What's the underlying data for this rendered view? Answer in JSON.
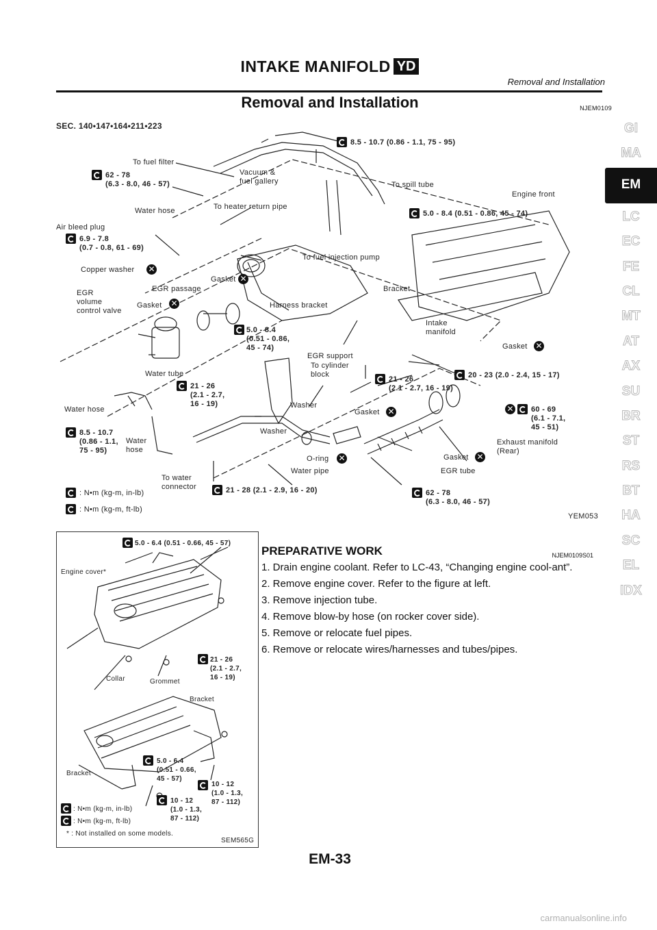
{
  "header": {
    "title": "INTAKE MANIFOLD",
    "badge": "YD",
    "subtitle": "Removal and Installation"
  },
  "section": {
    "title": "Removal and Installation",
    "ref": "NJEM0109"
  },
  "diagram1": {
    "sec": "SEC. 140•147•164•211•223",
    "id": "YEM053",
    "labels": {
      "to_fuel_filter": "To fuel filter",
      "torque_62_78": "62 - 78\n(6.3 - 8.0, 46 - 57)",
      "vacuum": "Vacuum &\nfuel gallery",
      "torque_85_107_top": "8.5 - 10.7 (0.86 - 1.1, 75 - 95)",
      "to_spill_tube": "To spill tube",
      "engine_front": "Engine front",
      "water_hose_top": "Water hose",
      "to_heater": "To heater return pipe",
      "air_bleed": "Air bleed plug",
      "torque_69_78": "6.9 - 7.8\n(0.7 - 0.8, 61 - 69)",
      "torque_50_84_a": "5.0 - 8.4 (0.51 - 0.86, 45 - 74)",
      "to_injection_pump": "To fuel injection pump",
      "copper_washer": "Copper washer",
      "gasket_a": "Gasket",
      "egr_passage": "EGR passage",
      "egr_valve": "EGR\nvolume\ncontrol valve",
      "gasket_b": "Gasket",
      "harness_bracket": "Harness bracket",
      "bracket": "Bracket",
      "intake_manifold": "Intake\nmanifold",
      "torque_50_84_b": "5.0 - 8.4\n(0.51 - 0.86,\n45 - 74)",
      "egr_support": "EGR support",
      "gasket_c": "Gasket",
      "to_cylinder": "To cylinder\nblock",
      "water_tube": "Water tube",
      "torque_21_26_a": "21 - 26\n(2.1 - 2.7,\n16 - 19)",
      "torque_21_26_b": "21 - 26\n(2.1 - 2.7, 16 - 19)",
      "torque_20_23": "20 - 23 (2.0 - 2.4, 15 - 17)",
      "water_hose_left": "Water hose",
      "washer_a": "Washer",
      "gasket_d": "Gasket",
      "torque_60_69": "60 - 69\n(6.1 - 7.1,\n45 - 51)",
      "torque_85_107_left": "8.5 - 10.7\n(0.86 - 1.1,\n75 - 95)",
      "water_hose_mid": "Water\nhose",
      "washer_b": "Washer",
      "exhaust": "Exhaust manifold\n(Rear)",
      "o_ring": "O-ring",
      "gasket_e": "Gasket",
      "water_pipe": "Water pipe",
      "egr_tube": "EGR tube",
      "to_water": "To water\nconnector",
      "torque_21_28": "21 - 28 (2.1 - 2.9, 16 - 20)",
      "torque_62_78_b": "62 - 78\n(6.3 - 8.0, 46 - 57)",
      "legend_inlb": ": N•m (kg-m, in-lb)",
      "legend_ftlb": ": N•m (kg-m, ft-lb)"
    }
  },
  "diagram2": {
    "id": "SEM565G",
    "labels": {
      "torque_top": "5.0 - 6.4 (0.51 - 0.66, 45 - 57)",
      "engine_cover": "Engine cover*",
      "torque_21_26": "21 - 26\n(2.1 - 2.7,\n16 - 19)",
      "collar": "Collar",
      "grommet": "Grommet",
      "bracket_r": "Bracket",
      "torque_50_64": "5.0 - 6.4\n(0.51 - 0.66,\n45 - 57)",
      "bracket_l": "Bracket",
      "torque_10_12_a": "10 - 12\n(1.0 - 1.3,\n87 - 112)",
      "torque_10_12_b": "10 - 12\n(1.0 - 1.3,\n87 - 112)",
      "legend_inlb": ": N•m (kg-m, in-lb)",
      "legend_ftlb": ": N•m (kg-m, ft-lb)",
      "note": "* : Not installed on some models."
    }
  },
  "prep": {
    "title": "PREPARATIVE WORK",
    "ref": "NJEM0109S01",
    "steps": [
      "1. Drain engine coolant. Refer to LC-43, “Changing engine cool-ant”.",
      "2. Remove engine cover. Refer to the figure at left.",
      "3. Remove injection tube.",
      "4. Remove blow-by hose (on rocker cover side).",
      "5. Remove or relocate fuel pipes.",
      "6. Remove or relocate wires/harnesses and tubes/pipes."
    ]
  },
  "tabs": [
    "GI",
    "MA",
    "EM",
    "LC",
    "EC",
    "FE",
    "CL",
    "MT",
    "AT",
    "AX",
    "SU",
    "BR",
    "ST",
    "RS",
    "BT",
    "HA",
    "SC",
    "EL",
    "IDX"
  ],
  "active_tab": "EM",
  "page_number": "EM-33",
  "watermark": "carmanualsonline.info"
}
